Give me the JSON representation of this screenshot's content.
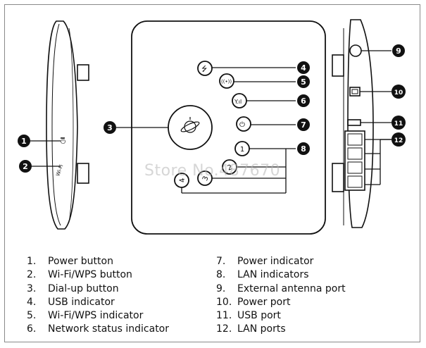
{
  "watermark": "Store No.487670",
  "callouts": [
    "1",
    "2",
    "3",
    "4",
    "5",
    "6",
    "7",
    "8",
    "9",
    "10",
    "11",
    "12"
  ],
  "button_numbers": [
    "1",
    "2",
    "3",
    "4"
  ],
  "legend_left": [
    {
      "num": "1.",
      "label": "Power button"
    },
    {
      "num": "2.",
      "label": "Wi-Fi/WPS button"
    },
    {
      "num": "3.",
      "label": "Dial-up button"
    },
    {
      "num": "4.",
      "label": "USB indicator"
    },
    {
      "num": "5.",
      "label": "Wi-Fi/WPS indicator"
    },
    {
      "num": "6.",
      "label": "Network status indicator"
    }
  ],
  "legend_right": [
    {
      "num": "7.",
      "label": "Power indicator"
    },
    {
      "num": "8.",
      "label": "LAN indicators"
    },
    {
      "num": "9.",
      "label": "External antenna port"
    },
    {
      "num": "10.",
      "label": "Power port"
    },
    {
      "num": "11.",
      "label": "USB port"
    },
    {
      "num": "12.",
      "label": "LAN ports"
    }
  ],
  "colors": {
    "line": "#111111",
    "badge": "#111111",
    "badge_text": "#ffffff"
  }
}
